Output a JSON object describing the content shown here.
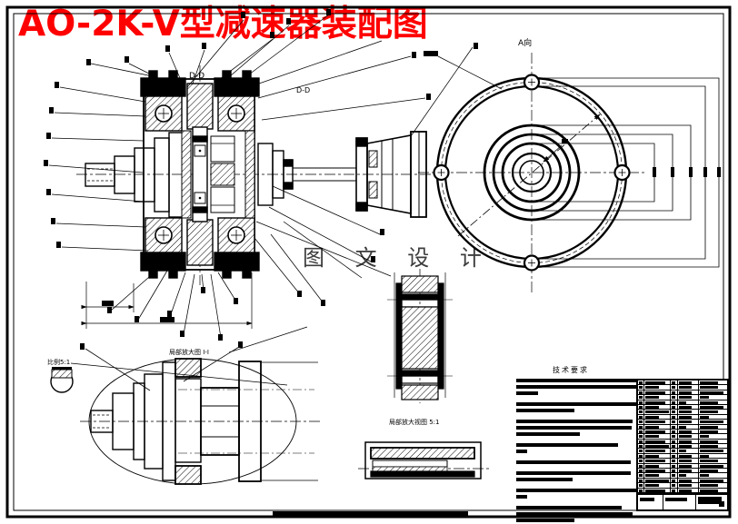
{
  "drawing": {
    "title": "AO-2K-V型减速器装配图",
    "watermark": "图 文 设 计"
  },
  "labels": {
    "section_dd": "D-D",
    "section_dd2": "D-D",
    "view_a": "A向",
    "detail_left_title": "局部放大图 I-I",
    "detail_left_scale": "比例5:1",
    "detail_mid_title": "局部放大视图 5:1",
    "tech_title": "技术要求"
  },
  "colors": {
    "title": "#ff0000",
    "ink": "#000000",
    "watermark": "#3d3d3d",
    "paper": "#ffffff"
  }
}
